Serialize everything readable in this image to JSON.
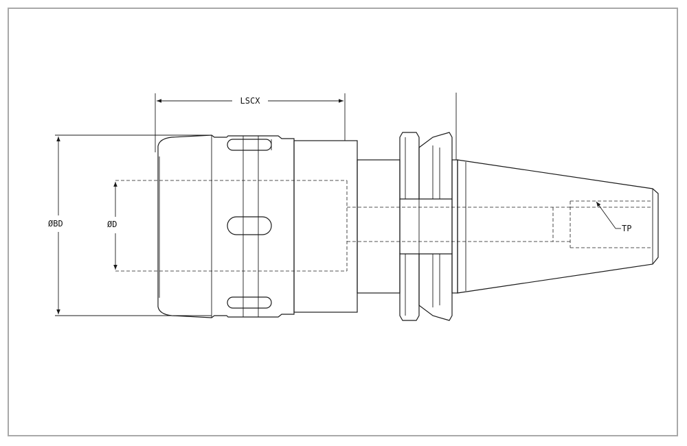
{
  "labels": {
    "lscx": "LSCX",
    "obd": "ØBD",
    "od": "ØD",
    "tp": "TP"
  },
  "colors": {
    "line": "#1a1a1a",
    "frame": "#a8a8a8",
    "background": "#ffffff"
  }
}
